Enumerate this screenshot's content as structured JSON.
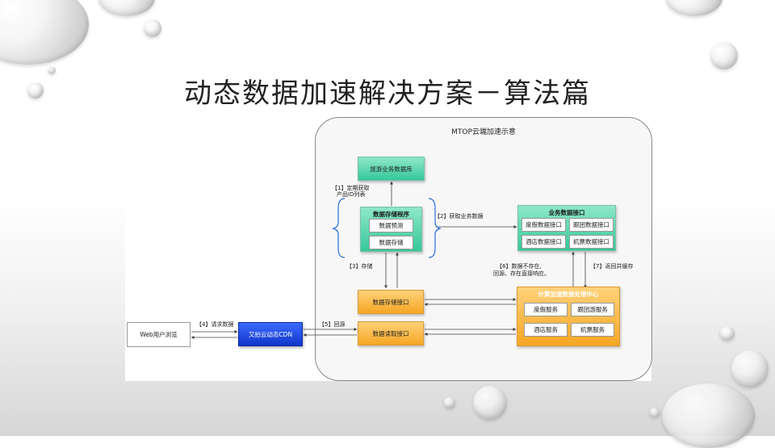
{
  "slide": {
    "title": "动态数据加速解决方案－算法篇"
  },
  "diagram": {
    "cloud_title": "MTOP云端加速示意",
    "travel_db": "旅游业务数据库",
    "storage_program": {
      "title": "数据存储程序",
      "items": [
        "数据预测",
        "数据存储"
      ]
    },
    "business_api": {
      "title": "业务数据接口",
      "items": [
        "度假数据接口",
        "跟团数据接口",
        "酒店数据接口",
        "机票数据接口"
      ]
    },
    "compute_center": {
      "title": "计算加速数据处理中心",
      "items": [
        "度假服务",
        "跟团游服务",
        "酒店服务",
        "机票服务"
      ]
    },
    "store_api": "数据存储接口",
    "read_api": "数据读取接口",
    "web_user": "Web用户浏览",
    "cdn": "又拍云动态CDN",
    "labels": {
      "step1_line1": "【1】定期获取",
      "step1_line2": "产品ID列表",
      "step2": "【2】获取业务数据",
      "step3": "【3】存储",
      "step4": "【4】请求数据",
      "step5": "【5】回源",
      "step6_line1": "【6】数据不存在,",
      "step6_line2": "回源、存在直接响应。",
      "step7": "【7】返回并缓存"
    }
  },
  "colors": {
    "teal": "#35c79a",
    "orange": "#f5a623",
    "cdn_blue": "#1136c9",
    "bracket_blue": "#2a6fd6"
  }
}
